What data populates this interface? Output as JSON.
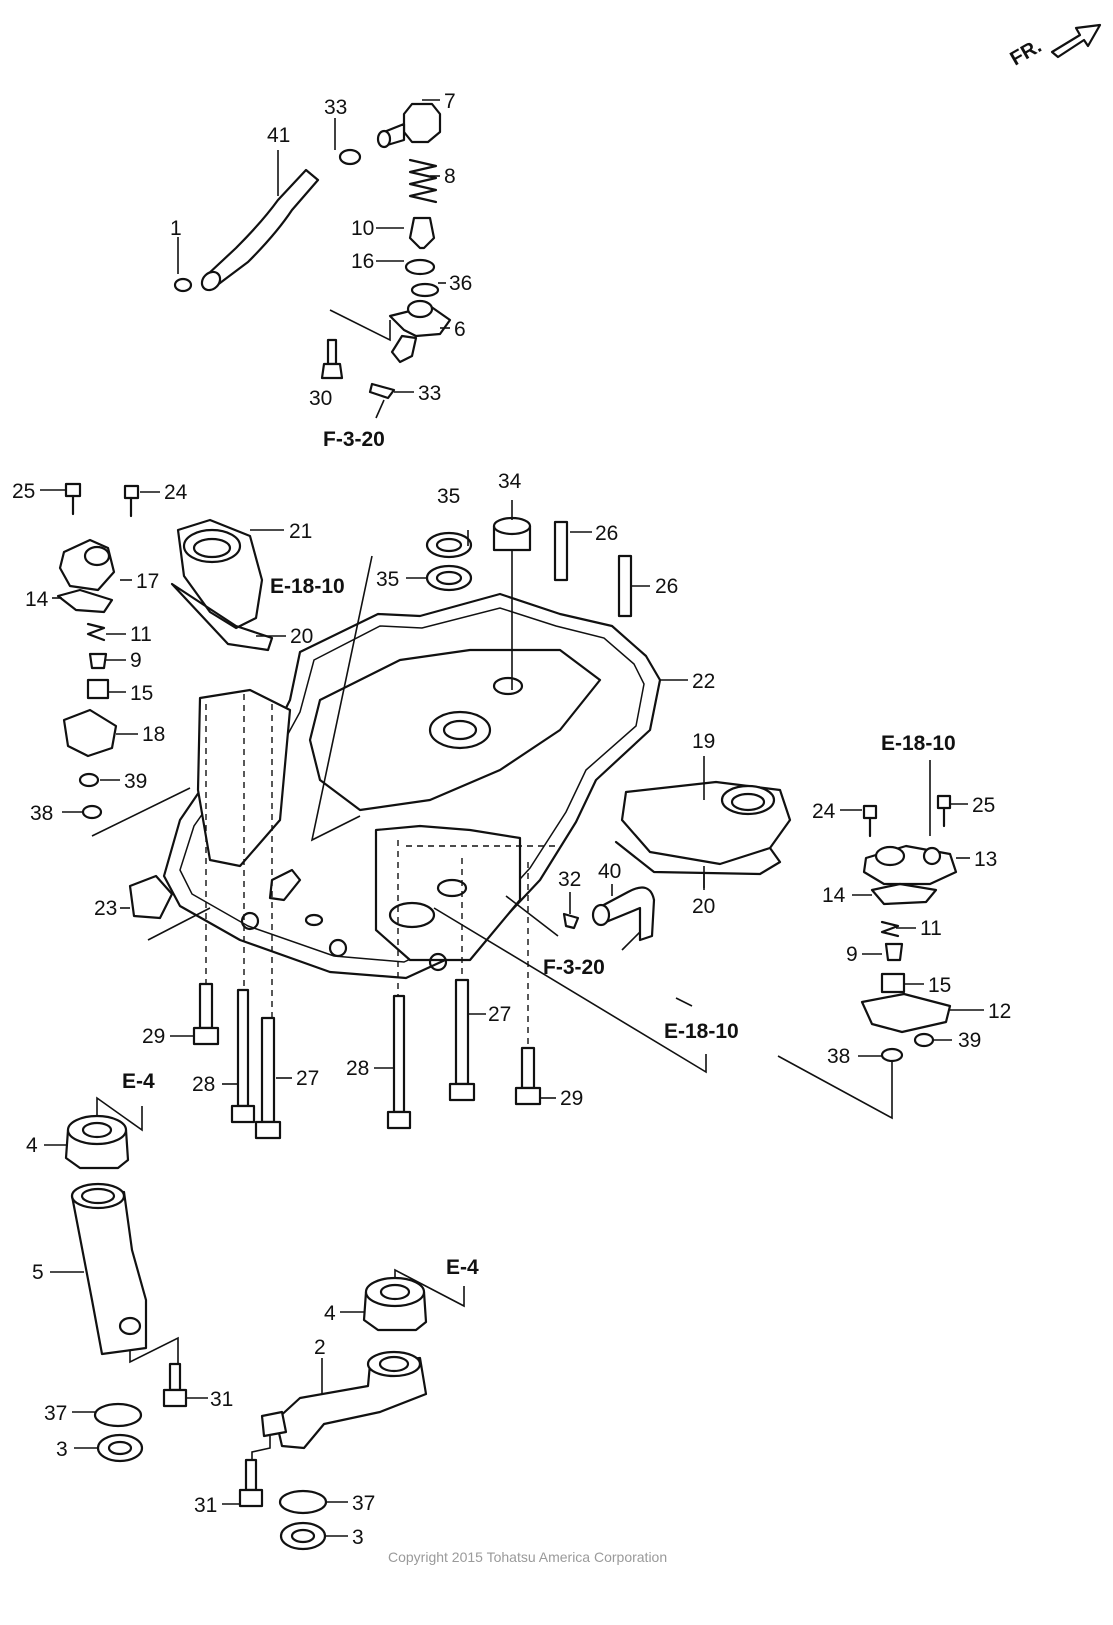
{
  "diagram": {
    "direction_marker": "FR.",
    "copyright": "Copyright 2015 Tohatsu America Corporation"
  },
  "callouts": [
    "41",
    "33",
    "7",
    "8",
    "1",
    "10",
    "16",
    "36",
    "6",
    "30",
    "33",
    "25",
    "24",
    "21",
    "35",
    "34",
    "26",
    "35",
    "26",
    "17",
    "14",
    "20",
    "22",
    "11",
    "9",
    "15",
    "18",
    "19",
    "39",
    "38",
    "24",
    "25",
    "13",
    "14",
    "11",
    "9",
    "15",
    "12",
    "39",
    "38",
    "23",
    "32",
    "40",
    "20",
    "29",
    "27",
    "28",
    "27",
    "28",
    "29",
    "4",
    "5",
    "31",
    "37",
    "3",
    "4",
    "2",
    "31",
    "37",
    "3"
  ],
  "refs": [
    "F-3-20",
    "E-18-10",
    "E-18-10",
    "F-3-20",
    "E-18-10",
    "E-4",
    "E-4"
  ]
}
